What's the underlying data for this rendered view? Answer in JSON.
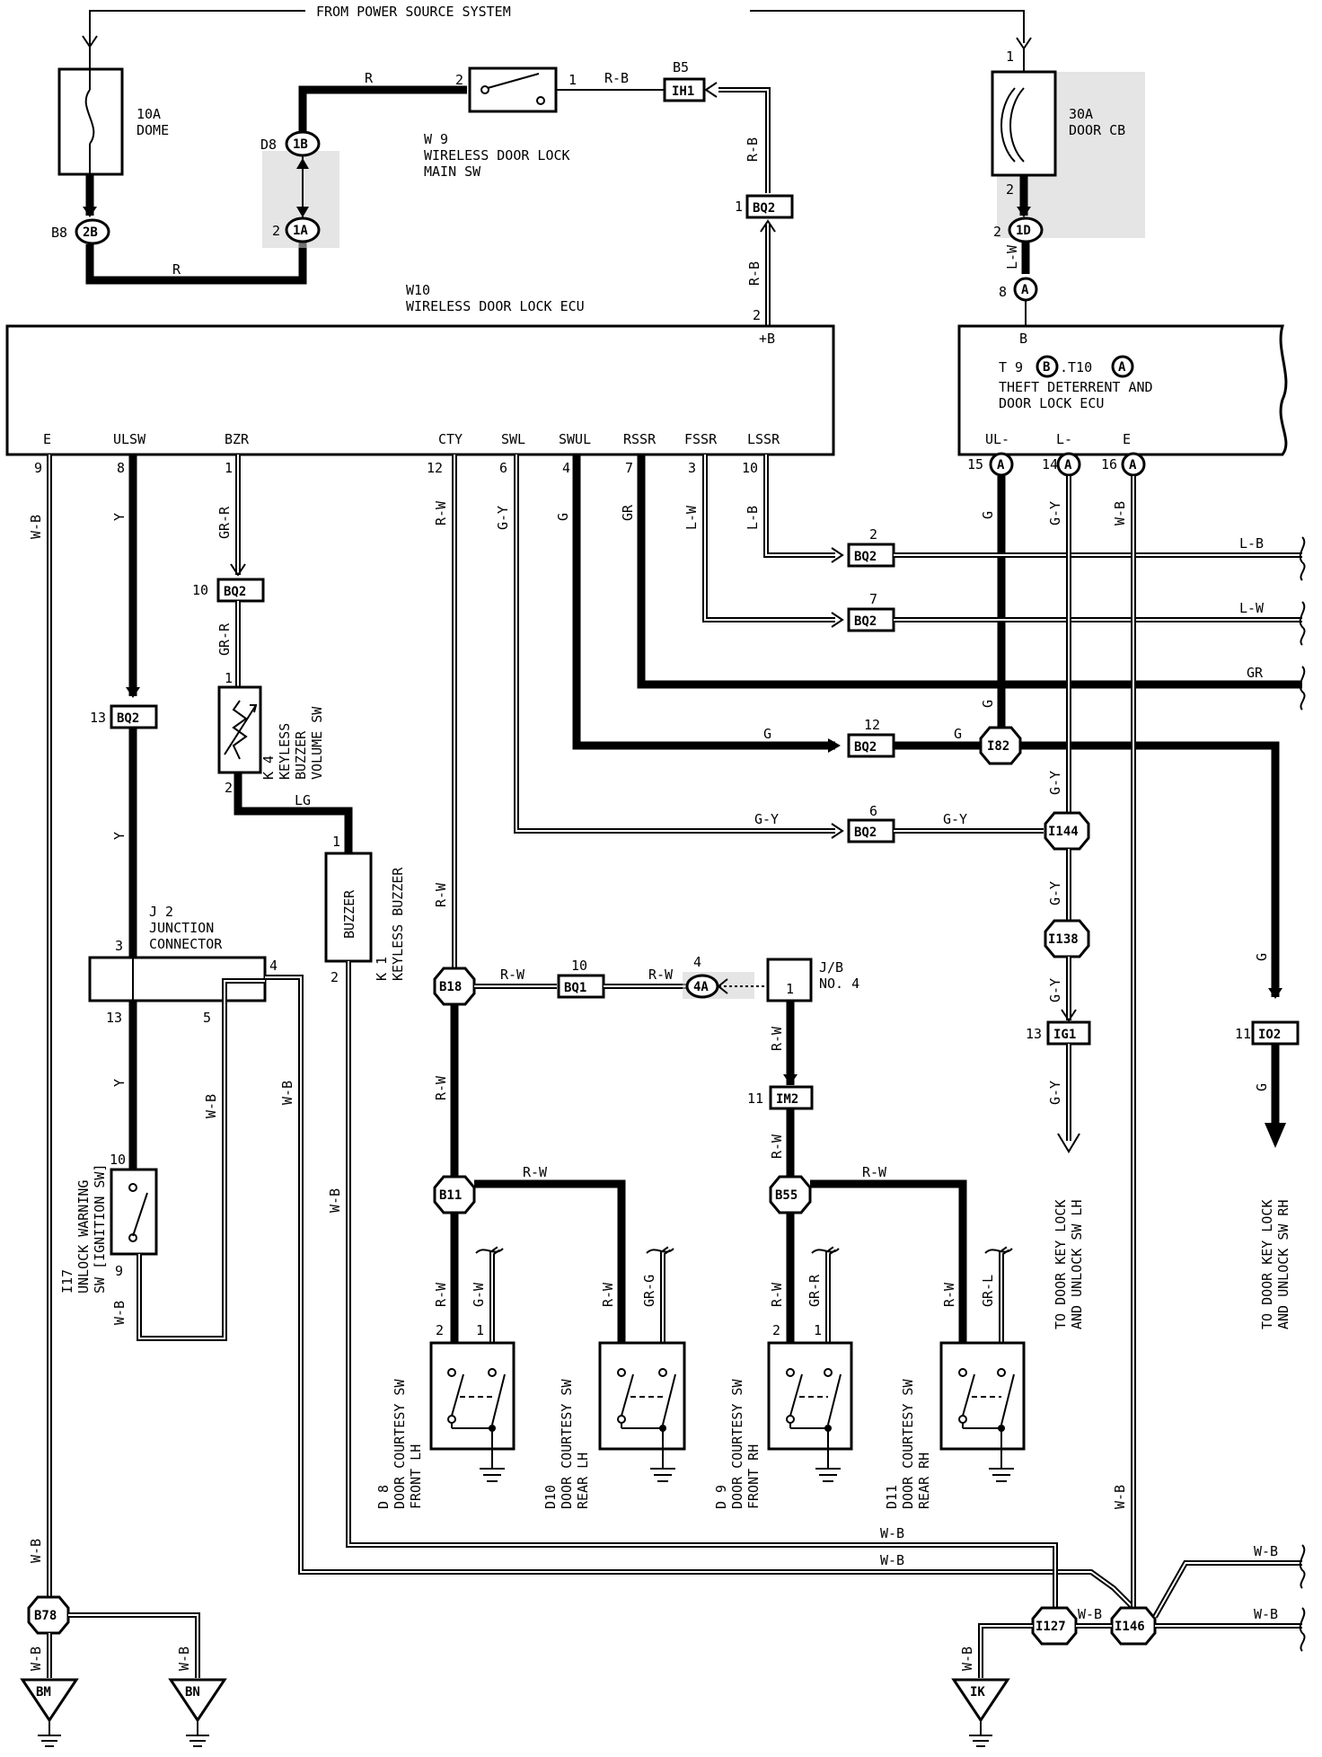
{
  "header": {
    "power_source": "FROM POWER SOURCE SYSTEM"
  },
  "fuses": {
    "dome": {
      "rating": "10A",
      "name": "DOME"
    },
    "door_cb": {
      "rating": "30A",
      "name": "DOOR CB",
      "pin_top": "1",
      "pin_bottom": "2"
    }
  },
  "connectors": {
    "b8": "B8",
    "c2b": "2B",
    "d8": "D8",
    "c1b": "1B",
    "c1a": "1A",
    "pin_1a": "2",
    "b5": "B5",
    "ih1": "IH1",
    "bq2": "BQ2",
    "c1d": "1D",
    "pin_1d": "2",
    "ca": "A",
    "pin_a8": "8",
    "bq1": "BQ1",
    "c4a": "4A",
    "im2": "IM2",
    "ig1": "IG1",
    "io2": "IO2",
    "b18": "B18",
    "b11": "B11",
    "b55": "B55",
    "b78": "B78",
    "i82": "I82",
    "i144": "I144",
    "i138": "I138",
    "i127": "I127",
    "i146": "I146",
    "bm": "BM",
    "bn": "BN",
    "ik": "IK"
  },
  "main_sw": {
    "id": "W 9",
    "line1": "WIRELESS DOOR LOCK",
    "line2": "MAIN SW",
    "pin_in": "2",
    "pin_out": "1"
  },
  "ecu": {
    "id": "W10",
    "name": "WIRELESS DOOR LOCK ECU",
    "b_terminal": "+B",
    "b_pin": "2",
    "terminals": [
      "E",
      "ULSW",
      "BZR",
      "CTY",
      "SWL",
      "SWUL",
      "RSSR",
      "FSSR",
      "LSSR"
    ],
    "pins": [
      "9",
      "8",
      "1",
      "12",
      "6",
      "4",
      "7",
      "3",
      "10"
    ]
  },
  "theft_ecu": {
    "b": "B",
    "id": "T 9",
    "id2": ".T10",
    "line1": "THEFT DETERRENT AND",
    "line2": "DOOR LOCK ECU",
    "terminals": [
      "UL-",
      "L-",
      "E"
    ],
    "pins": [
      "15",
      "14",
      "16"
    ]
  },
  "wires": {
    "r": "R",
    "rb": "R-B",
    "lw": "L-W",
    "wb": "W-B",
    "y": "Y",
    "grr": "GR-R",
    "lg": "LG",
    "rw": "R-W",
    "gy": "G-Y",
    "g": "G",
    "gr": "GR",
    "lb": "L-B",
    "gw": "G-W",
    "grg": "GR-G",
    "grl": "GR-L"
  },
  "pins": {
    "bq2_rb": "1",
    "bq2_lb": "2",
    "bq2_lw": "7",
    "bq2_g": "12",
    "bq2_gy": "6",
    "bq2_grr": "10",
    "bq2_y": "13",
    "k4_1": "1",
    "k4_2": "2",
    "k1_1": "1",
    "k1_2": "2",
    "j2_3": "3",
    "j2_4": "4",
    "j2_5": "5",
    "j2_13": "13",
    "i17_10": "10",
    "i17_9": "9",
    "bq1": "10",
    "c4a": "4",
    "jb": "1",
    "im2": "11",
    "ig1": "13",
    "io2": "11",
    "d2": "2",
    "d1": "1"
  },
  "components": {
    "k4": {
      "id": "K 4",
      "line1": "KEYLESS",
      "line2": "BUZZER",
      "line3": "VOLUME SW"
    },
    "k1": {
      "id": "K 1",
      "line1": "KEYLESS BUZZER",
      "inner": "BUZZER"
    },
    "j2": {
      "id": "J 2",
      "line1": "JUNCTION",
      "line2": "CONNECTOR"
    },
    "i17": {
      "id": "I17",
      "line1": "UNLOCK WARNING",
      "line2": "SW [IGNITION SW]"
    },
    "jb4": {
      "line1": "J/B",
      "line2": "NO. 4"
    },
    "d8": {
      "id": "D 8",
      "line1": "DOOR COURTESY SW",
      "line2": "FRONT LH"
    },
    "d10": {
      "id": "D10",
      "line1": "DOOR COURTESY SW",
      "line2": "REAR LH"
    },
    "d9": {
      "id": "D 9",
      "line1": "DOOR COURTESY SW",
      "line2": "FRONT RH"
    },
    "d11": {
      "id": "D11",
      "line1": "DOOR COURTESY SW",
      "line2": "REAR RH"
    }
  },
  "destinations": {
    "lh": {
      "line1": "TO DOOR KEY LOCK",
      "line2": "AND UNLOCK SW LH"
    },
    "rh": {
      "line1": "TO DOOR KEY LOCK",
      "line2": "AND UNLOCK SW RH"
    }
  }
}
